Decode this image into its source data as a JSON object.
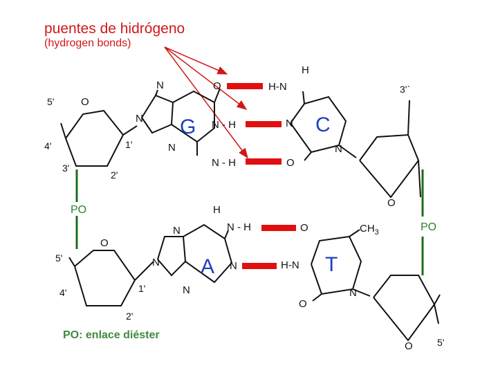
{
  "title": {
    "line1": "puentes de hidrógeno",
    "line2": "(hydrogen bonds)"
  },
  "bases": {
    "guanine": "G",
    "cytosine": "C",
    "adenine": "A",
    "thymine": "T"
  },
  "atoms": {
    "N": "N",
    "O": "O",
    "H": "H",
    "NH": "N-H",
    "HN": "H-N",
    "NminusH": "N - H",
    "CH3": "CH",
    "CH3_sub": "3"
  },
  "positions": {
    "p5": "5'",
    "p4": "4'",
    "p3": "3'",
    "p2": "2'",
    "p1": "1'",
    "p3b": "3'`"
  },
  "linkage": "PO",
  "footnote": "PO: enlace diéster",
  "colors": {
    "hbond": "#e01010",
    "title": "#d01818",
    "base_letter": "#1f3fbf",
    "backbone": "#1b6e1b",
    "footnote": "#3f8a3f"
  }
}
